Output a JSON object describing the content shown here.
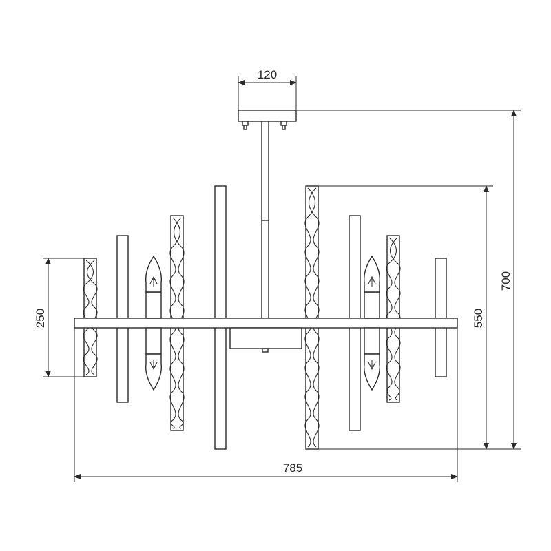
{
  "drawing": {
    "subject": "chandelier dimension drawing",
    "dimensions": {
      "canopy_width": "120",
      "overall_height": "700",
      "rod_height": "550",
      "short_rod_height": "250",
      "overall_width": "785"
    }
  }
}
